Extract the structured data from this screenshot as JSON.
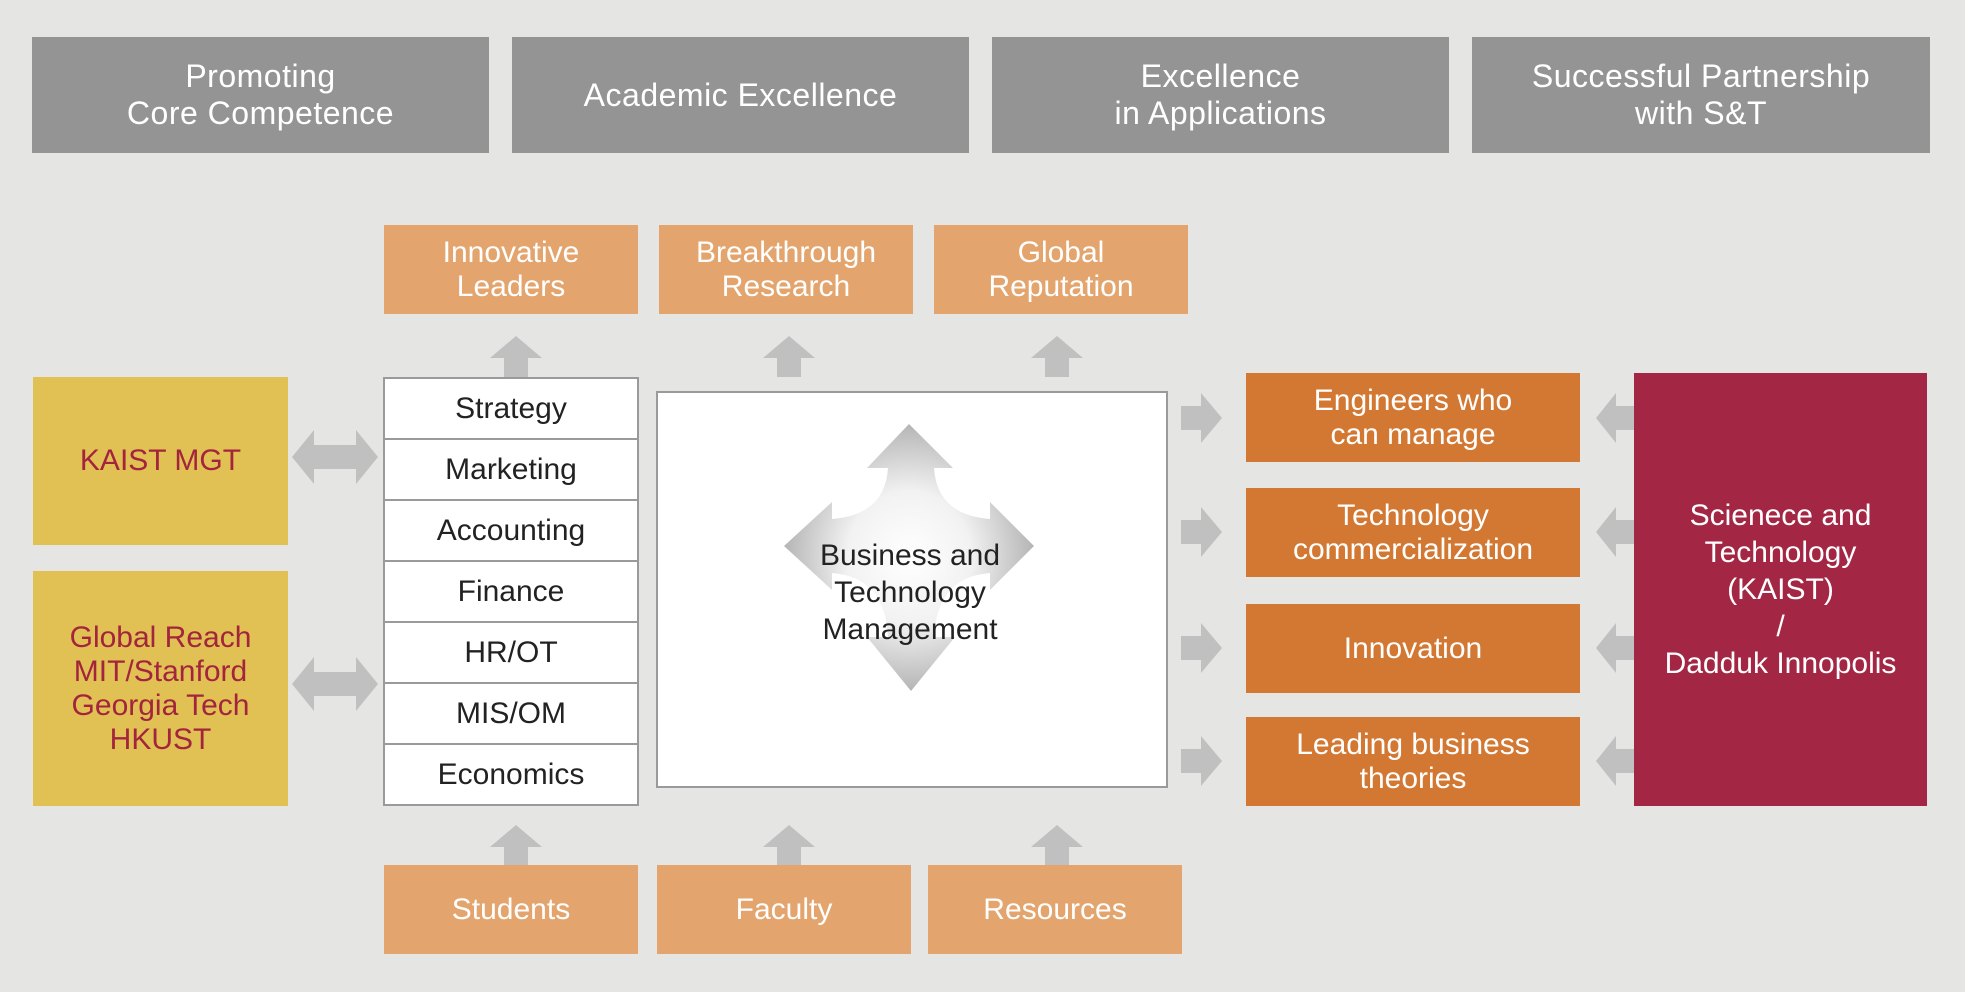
{
  "header": {
    "items": [
      {
        "label": "Promoting\nCore Competence"
      },
      {
        "label": "Academic Excellence"
      },
      {
        "label": "Excellence\nin Applications"
      },
      {
        "label": "Successful Partnership\nwith S&T"
      }
    ]
  },
  "outcomes": {
    "items": [
      {
        "label": "Innovative\nLeaders"
      },
      {
        "label": "Breakthrough\nResearch"
      },
      {
        "label": "Global\nReputation"
      }
    ]
  },
  "inputs": {
    "items": [
      {
        "label": "Students"
      },
      {
        "label": "Faculty"
      },
      {
        "label": "Resources"
      }
    ]
  },
  "partners": {
    "kaist_mgt": "KAIST MGT",
    "global_reach": "Global Reach\nMIT/Stanford\nGeorgia Tech\nHKUST"
  },
  "subjects": {
    "items": [
      "Strategy",
      "Marketing",
      "Accounting",
      "Finance",
      "HR/OT",
      "MIS/OM",
      "Economics"
    ]
  },
  "core": {
    "label": "Business and\nTechnology\nManagement"
  },
  "applications": {
    "items": [
      {
        "label": "Engineers who\ncan manage"
      },
      {
        "label": "Technology\ncommercialization"
      },
      {
        "label": "Innovation"
      },
      {
        "label": "Leading business\ntheories"
      }
    ]
  },
  "science": {
    "label": "Scienece and\nTechnology\n(KAIST)\n/\nDadduk Innopolis"
  },
  "colors": {
    "background": "#e5e5e4",
    "header": "#949494",
    "peach": "#e3a56d",
    "orange": "#d37832",
    "gold": "#e1c054",
    "crimson": "#a32744",
    "arrow": "#c0c0c0"
  }
}
